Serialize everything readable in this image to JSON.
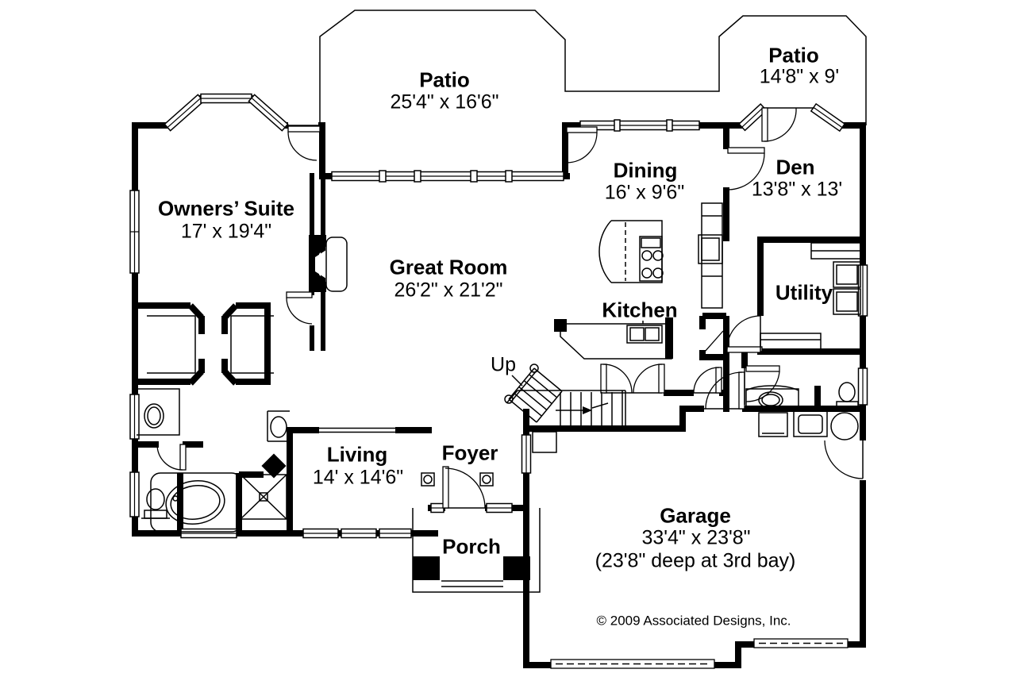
{
  "page": {
    "background": "#ffffff",
    "line_color": "#000000"
  },
  "rooms": {
    "patio_main": {
      "name": "Patio",
      "dims": "25'4\" x 16'6\""
    },
    "patio_rear": {
      "name": "Patio",
      "dims": "14'8\" x 9'"
    },
    "owners_suite": {
      "name": "Owners’ Suite",
      "dims": "17' x 19'4\""
    },
    "great_room": {
      "name": "Great Room",
      "dims": "26'2\" x 21'2\""
    },
    "dining": {
      "name": "Dining",
      "dims": "16' x 9'6\""
    },
    "den": {
      "name": "Den",
      "dims": "13'8\" x 13'"
    },
    "kitchen": {
      "name": "Kitchen"
    },
    "utility": {
      "name": "Utility"
    },
    "living": {
      "name": "Living",
      "dims": "14' x 14'6\""
    },
    "foyer": {
      "name": "Foyer"
    },
    "porch": {
      "name": "Porch"
    },
    "garage": {
      "name": "Garage",
      "dims": "33'4\" x 23'8\"",
      "note": "(23'8\" deep at 3rd bay)"
    }
  },
  "annotations": {
    "stairs_up": "Up",
    "copyright": "© 2009 Associated Designs, Inc."
  }
}
